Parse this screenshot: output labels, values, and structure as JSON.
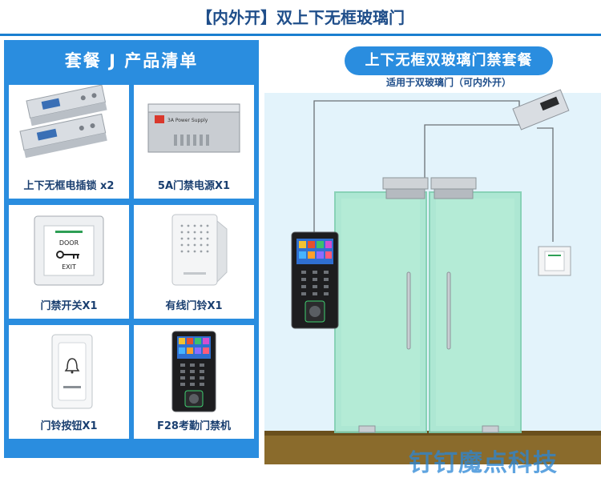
{
  "header": {
    "title": "【内外开】双上下无框玻璃门"
  },
  "package": {
    "title": "套餐 J 产品清单",
    "items": [
      {
        "label": "上下无框电插锁 x2"
      },
      {
        "label": "5A门禁电源X1"
      },
      {
        "label": "门禁开关X1"
      },
      {
        "label": "有线门铃X1"
      },
      {
        "label": "门铃按钮X1"
      },
      {
        "label": "F28考勤门禁机"
      }
    ],
    "psu_text": "3A  Power Supply",
    "exit_switch": {
      "top": "DOOR",
      "bottom": "EXIT"
    }
  },
  "diagram": {
    "title": "上下无框双玻璃门禁套餐",
    "subtitle": "适用于双玻璃门（可内外开）"
  },
  "watermark": "钉钉魔点科技",
  "colors": {
    "accent": "#2a8ddf",
    "title_text": "#1f4e8a",
    "glass": "#a8e6cf"
  }
}
